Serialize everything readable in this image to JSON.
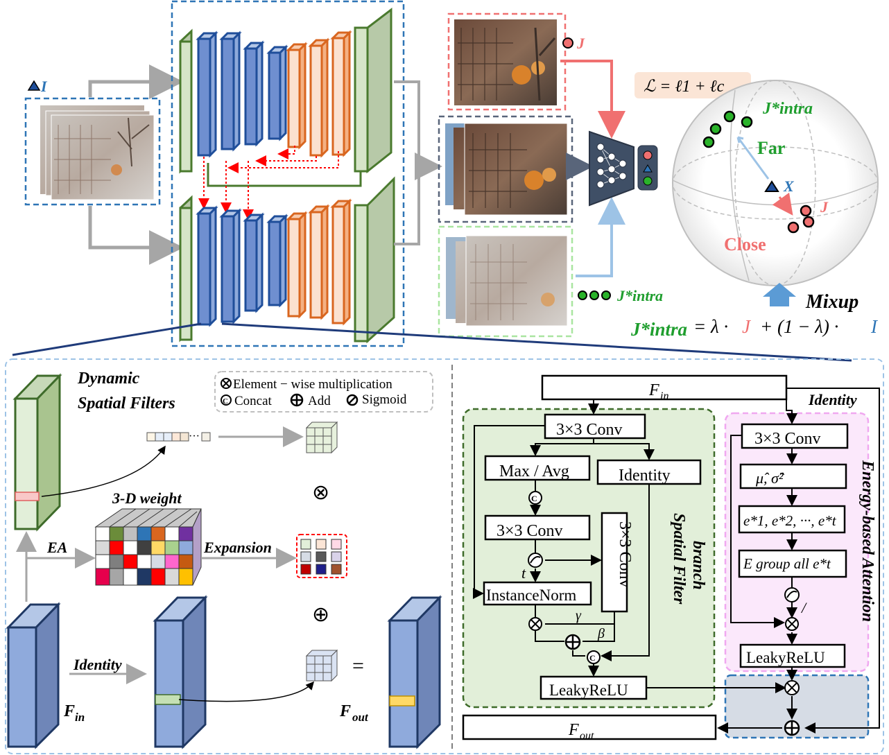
{
  "top": {
    "input_label": "I",
    "output_label_j": "J",
    "output_label_jintra": "J*intra",
    "loss_formula": "ℒ = ℓ1 + ℓc",
    "sphere": {
      "label_jintra": "J*intra",
      "label_far": "Far",
      "label_x": "X",
      "label_j": "J",
      "label_close": "Close"
    },
    "mixup_label": "Mixup",
    "mixup_formula": {
      "lhs": "J*intra",
      "eq": "= λ ·",
      "j": "J",
      "mid": "+ (1 − λ) ·",
      "i": "I"
    }
  },
  "left_panel": {
    "title_line1": "Dynamic",
    "title_line2": "Spatial Filters",
    "legend": {
      "mult": "Element − wise multiplication",
      "concat": "Concat",
      "add": "Add",
      "sigmoid": "Sigmoid"
    },
    "weight_label": "3-D weight",
    "ea_label": "EA",
    "expansion_label": "Expansion",
    "identity_label": "Identity",
    "fin_label": "F",
    "fin_sub": "in",
    "fout_label": "F",
    "fout_sub": "out",
    "equals": "=",
    "ops": {
      "mult": "⊗",
      "add": "⊕"
    },
    "seq_dots": "···"
  },
  "right_panel": {
    "fin": "F",
    "fin_sub": "in",
    "fout": "F",
    "fout_sub": "out",
    "identity_top": "Identity",
    "sf_branch_line1": "Spatial Filter",
    "sf_branch_line2": "branch",
    "ea_branch": "Energy-based Attention",
    "sf": {
      "conv1": "3×3 Conv",
      "maxavg": "Max / Avg",
      "identity": "Identity",
      "conv2": "3×3 Conv",
      "conv3": "3×3 Conv",
      "instnorm": "InstanceNorm",
      "leaky": "LeakyReLU",
      "t": "t",
      "gamma": "γ",
      "beta": "β"
    },
    "ea": {
      "conv": "3×3 Conv",
      "stats": "μ̂, σ̂²",
      "energies": "e*1, e*2, ···, e*t",
      "group": "E group all  e*t",
      "div": "/",
      "leaky": "LeakyReLU"
    }
  },
  "colors": {
    "green": "#4a7a2e",
    "blue": "#1f4e9a",
    "orange": "#d9661f",
    "red": "#e85a5a",
    "lightblue_dash": "#9dc3e6",
    "accent_green": "#1f9e2e"
  }
}
